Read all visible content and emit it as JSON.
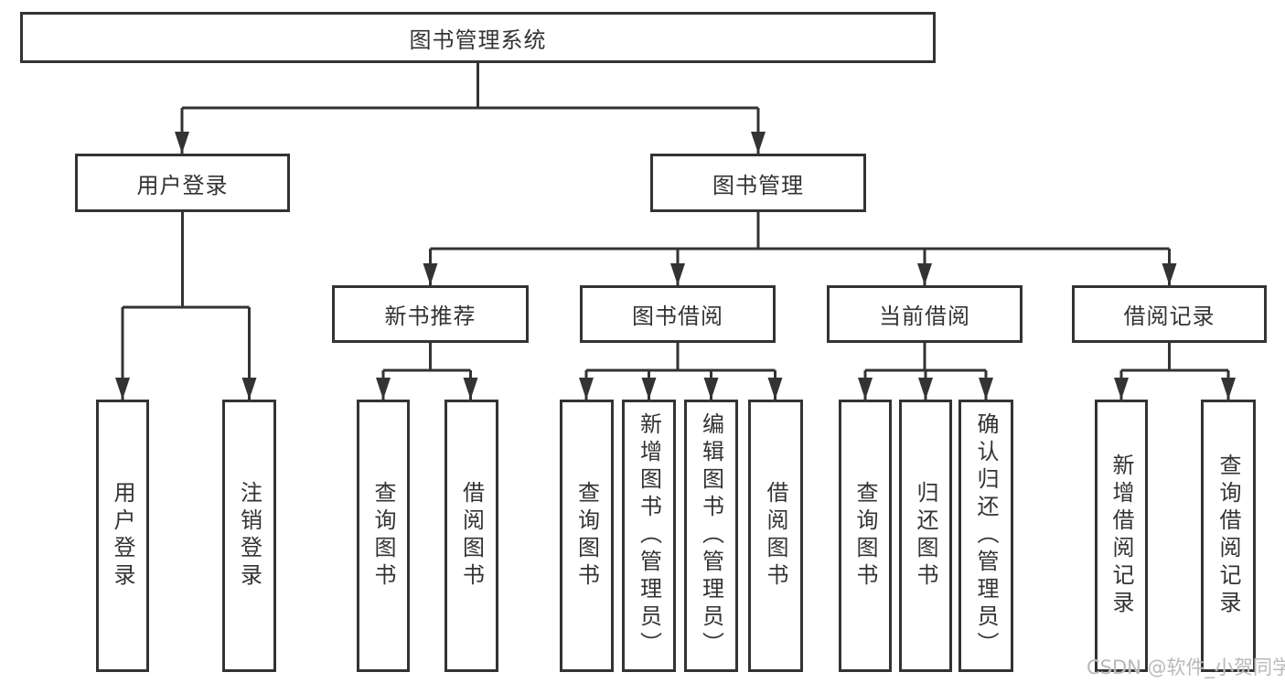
{
  "colors": {
    "line": "#333333",
    "box_border": "#333333",
    "text": "#333333",
    "background": "#ffffff",
    "watermark": "#b9b9b9"
  },
  "nodes": {
    "root": {
      "label": "图书管理系统"
    },
    "user_login": {
      "label": "用户登录"
    },
    "book_mgmt": {
      "label": "图书管理"
    },
    "new_book_rec": {
      "label": "新书推荐"
    },
    "book_borrow": {
      "label": "图书借阅"
    },
    "current_borrow": {
      "label": "当前借阅"
    },
    "borrow_record": {
      "label": "借阅记录"
    },
    "leaf_user_login": {
      "label": "用户登录"
    },
    "leaf_logout": {
      "label": "注销登录"
    },
    "leaf_query_book_1": {
      "label": "查询图书"
    },
    "leaf_borrow_book_1": {
      "label": "借阅图书"
    },
    "leaf_query_book_2": {
      "label": "查询图书"
    },
    "leaf_add_book": {
      "label": "新增图书（管理员）"
    },
    "leaf_edit_book": {
      "label": "编辑图书（管理员）"
    },
    "leaf_borrow_book_2": {
      "label": "借阅图书"
    },
    "leaf_query_book_3": {
      "label": "查询图书"
    },
    "leaf_return_book": {
      "label": "归还图书"
    },
    "leaf_confirm_return": {
      "label": "确认归还（管理员）"
    },
    "leaf_add_borrow_record": {
      "label": "新增借阅记录"
    },
    "leaf_query_borrow_record": {
      "label": "查询借阅记录"
    }
  },
  "watermark": {
    "text": "CSDN @软件_小贺同学"
  }
}
